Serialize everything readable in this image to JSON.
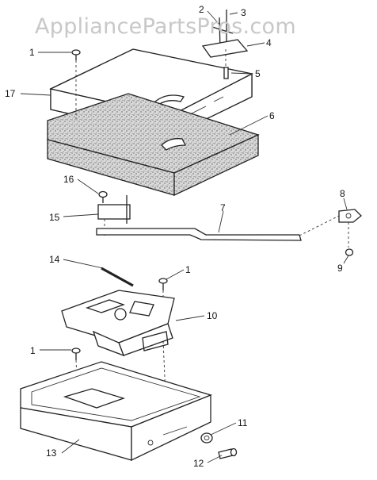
{
  "watermark": "AppliancePartsPros.com",
  "colors": {
    "line": "#222222",
    "watermark": "#c8c8c8",
    "insulation": "#9a9a9a"
  },
  "callouts": [
    {
      "id": "c1a",
      "label": "1"
    },
    {
      "id": "c2",
      "label": "2"
    },
    {
      "id": "c3",
      "label": "3"
    },
    {
      "id": "c4",
      "label": "4"
    },
    {
      "id": "c5",
      "label": "5"
    },
    {
      "id": "c17",
      "label": "17"
    },
    {
      "id": "c6",
      "label": "6"
    },
    {
      "id": "c16",
      "label": "16"
    },
    {
      "id": "c15",
      "label": "15"
    },
    {
      "id": "c7",
      "label": "7"
    },
    {
      "id": "c8",
      "label": "8"
    },
    {
      "id": "c9",
      "label": "9"
    },
    {
      "id": "c14",
      "label": "14"
    },
    {
      "id": "c1b",
      "label": "1"
    },
    {
      "id": "c10",
      "label": "10"
    },
    {
      "id": "c1c",
      "label": "1"
    },
    {
      "id": "c11",
      "label": "11"
    },
    {
      "id": "c13",
      "label": "13"
    },
    {
      "id": "c12",
      "label": "12"
    }
  ]
}
